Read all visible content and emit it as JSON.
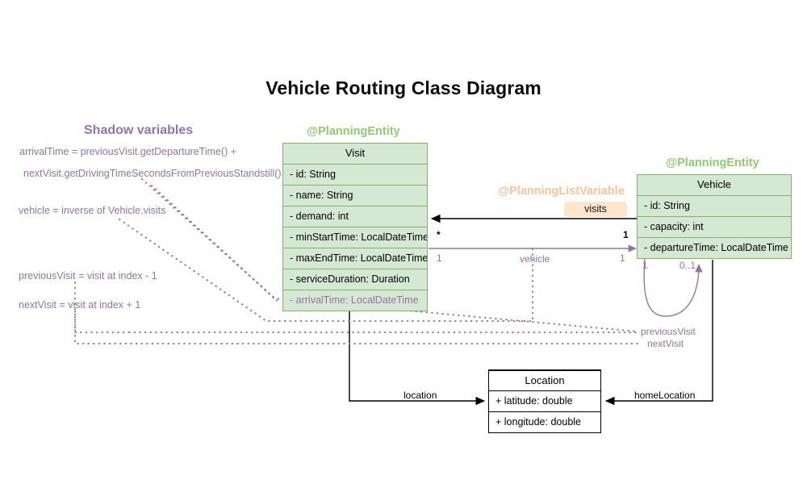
{
  "page": {
    "title": "Vehicle Routing Class Diagram"
  },
  "annotations": {
    "visit_entity": "@PlanningEntity",
    "vehicle_entity": "@PlanningEntity",
    "list_variable": "@PlanningListVariable"
  },
  "classes": {
    "visit": {
      "name": "Visit",
      "fields": [
        "- id: String",
        "- name: String",
        "- demand: int",
        "- minStartTime: LocalDateTime",
        "- maxEndTime: LocalDateTime",
        "- serviceDuration: Duration",
        "- arrivalTime: LocalDateTime"
      ],
      "shadow_field_index": 6
    },
    "vehicle": {
      "name": "Vehicle",
      "fields": [
        "- id: String",
        "- capacity: int",
        "- departureTime: LocalDateTime"
      ]
    },
    "location": {
      "name": "Location",
      "fields": [
        "+ latitude: double",
        "+ longitude: double"
      ]
    }
  },
  "relations": {
    "visits": {
      "label": "visits",
      "source_multiplicity": "*",
      "target_multiplicity": "1"
    },
    "vehicle": {
      "label": "vehicle",
      "source_multiplicity": "1",
      "target_multiplicity": "1"
    },
    "self_loop": {
      "left_multiplicity": "1",
      "right_multiplicity": "0..1"
    },
    "location": {
      "label": "location"
    },
    "home_location": {
      "label": "homeLocation"
    },
    "previous_visit": {
      "label": "previousVisit"
    },
    "next_visit": {
      "label": "nextVisit"
    }
  },
  "shadow_variables": {
    "title": "Shadow variables",
    "lines": [
      "arrivalTime = previousVisit.getDepartureTime() +",
      "nextVisit.getDrivingTimeSecondsFromPreviousStandstill()",
      "vehicle = inverse of Vehicle.visits",
      "previousVisit = visit at index - 1",
      "nextVisit = visit at index + 1"
    ]
  },
  "colors": {
    "entity_fill": "#d5e8d4",
    "entity_stroke": "#82b366",
    "annotation_green": "#8fcb70",
    "annotation_orange": "#f7c39a",
    "badge_fill": "#ffe6cc",
    "shadow_purple": "#9673a6",
    "plain_stroke": "#000000"
  }
}
